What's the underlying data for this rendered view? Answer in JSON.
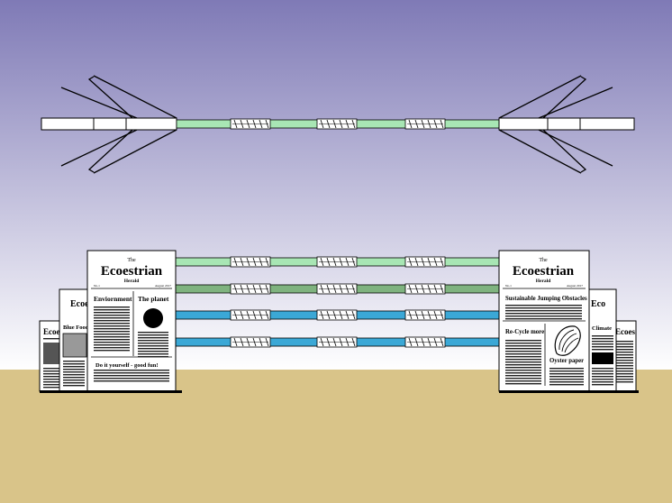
{
  "scene": {
    "colors": {
      "sky_top": "#7f7ab6",
      "sky_bottom": "#ffffff",
      "ground": "#d9c489",
      "pole_green_light": "#a8e6b4",
      "pole_green_dark": "#7fb37f",
      "pole_blue": "#3ba8d6",
      "newspaper": "#ffffff",
      "ink": "#000000"
    }
  },
  "left_paper": {
    "front": {
      "masthead_the": "The",
      "masthead_name": "Ecoestrian",
      "masthead_herald": "Herald",
      "issue": "No.1",
      "date": "August 2017",
      "col1_heading": "Enviornment",
      "col2_heading": "The planet",
      "footer_heading": "Do it yourself - good fun!"
    },
    "middle": {
      "masthead_name": "Ecoes",
      "section_heading": "Blue Food"
    },
    "back": {
      "masthead_name": "Ecoes"
    }
  },
  "right_paper": {
    "front": {
      "masthead_the": "The",
      "masthead_name": "Ecoestrian",
      "masthead_herald": "Herald",
      "issue": "No.1",
      "date": "August 2017",
      "headline": "Sustainable Jumping Obstacles",
      "col1_heading": "Re-Cycle more",
      "col2_heading": "Oyster paper"
    },
    "middle": {
      "masthead_name": "Eco",
      "section_heading": "Climate"
    },
    "back": {
      "masthead_name": "Ecoes"
    }
  }
}
